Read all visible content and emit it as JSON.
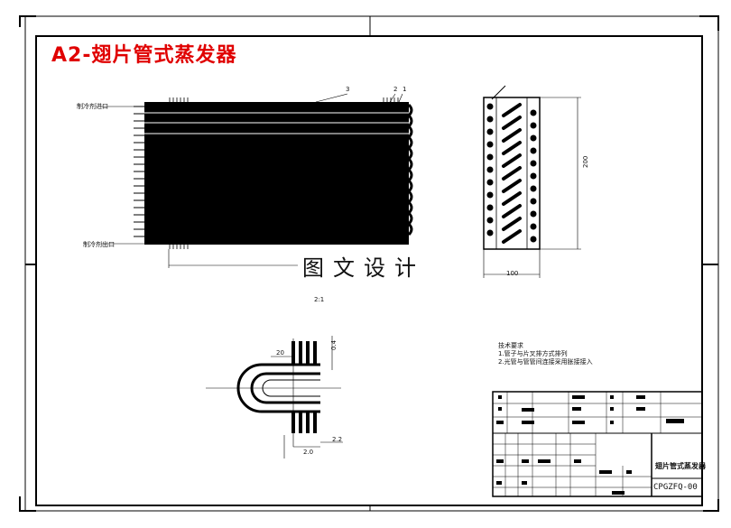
{
  "title": "A2-翅片管式蒸发器",
  "watermark": "图文设计",
  "labels": {
    "inlet": "制冷剂进口",
    "outlet": "制冷剂出口",
    "scale": "2:1",
    "part3": "3",
    "part2": "2",
    "part1": "1",
    "dim_height": "200",
    "dim_width": "100",
    "dim_20": "20",
    "dim_2_2": "2.2",
    "dim_2_0": "2.0",
    "dim_0_4": "0.4"
  },
  "notes": {
    "heading": "技术要求",
    "line1": "1.管子与片叉排方式排列",
    "line2": "2.光管与管管间连接采用胀接接入"
  },
  "title_block": {
    "name": "翅片管式蒸发器",
    "code": "CPGZFQ-00"
  }
}
